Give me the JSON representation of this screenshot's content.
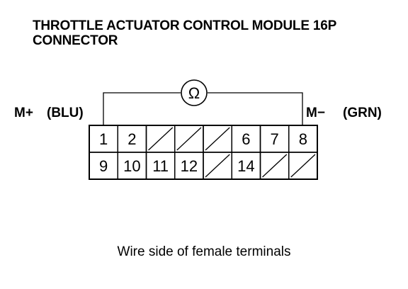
{
  "title": {
    "line1": "THROTTLE ACTUATOR CONTROL MODULE 16P",
    "line2": "CONNECTOR"
  },
  "meter": {
    "symbol": "Ω",
    "icon": "ohmmeter-icon"
  },
  "probes": {
    "positive": {
      "sign": "M+",
      "wire": "(BLU)"
    },
    "negative": {
      "sign": "M−",
      "wire": "(GRN)"
    }
  },
  "connector": {
    "rows": [
      [
        "1",
        "2",
        "",
        "",
        "",
        "6",
        "7",
        "8"
      ],
      [
        "9",
        "10",
        "11",
        "12",
        "",
        "14",
        "",
        ""
      ]
    ]
  },
  "caption": "Wire side of female terminals"
}
